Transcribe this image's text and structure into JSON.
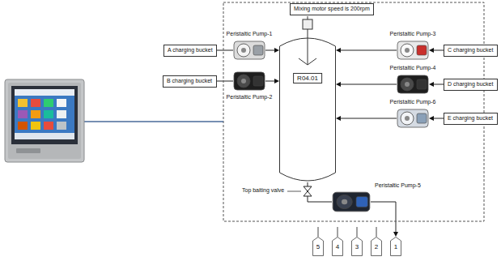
{
  "diagram": {
    "nodes": [
      {
        "text": [
          "Mixing motor speed is 200rpm"
        ]
      },
      {
        "text": [
          "A charging bucket"
        ]
      },
      {
        "text": [
          "Peristaltic Pump-1"
        ]
      },
      {
        "text": [
          "Peristaltic Pump-3"
        ]
      },
      {
        "text": [
          "C charging bucket"
        ]
      },
      {
        "text": [
          "Peristaltic Pump-4"
        ]
      },
      {
        "text": [
          "D charging bucket"
        ]
      },
      {
        "text": [
          "B charging bucket"
        ]
      },
      {
        "text": [
          "Peristaltic Pump-2"
        ]
      },
      {
        "text": [
          "R04.01"
        ]
      },
      {
        "text": [
          "Peristaltic Pump-6"
        ]
      },
      {
        "text": [
          "E charging bucket"
        ]
      },
      {
        "text": [
          "Peristaltic Pump-5"
        ]
      },
      {
        "text": [
          "5"
        ]
      },
      {
        "text": [
          "4"
        ]
      },
      {
        "text": [
          "3"
        ]
      },
      {
        "text": [
          "2"
        ]
      },
      {
        "text": [
          "1"
        ]
      }
    ],
    "edges": [
      {
        "from": 1,
        "to": 2,
        "arrow": "none"
      },
      {
        "from": 2,
        "to": 9,
        "arrow": "to"
      },
      {
        "from": 4,
        "to": 3,
        "arrow": "to"
      },
      {
        "from": 3,
        "to": 9,
        "arrow": "to"
      },
      {
        "from": 6,
        "to": 5,
        "arrow": "to"
      },
      {
        "from": 5,
        "to": 9,
        "arrow": "to"
      },
      {
        "from": 7,
        "to": 8,
        "arrow": "none"
      },
      {
        "from": 8,
        "to": 9,
        "arrow": "to"
      },
      {
        "from": 11,
        "to": 10,
        "arrow": "to"
      },
      {
        "from": 10,
        "to": 9,
        "arrow": "to"
      },
      {
        "from": 9,
        "to": 12,
        "arrow": "none"
      },
      {
        "from": 12,
        "to": 17,
        "arrow": "to"
      }
    ],
    "labels": [
      "Top baiting valve"
    ]
  }
}
